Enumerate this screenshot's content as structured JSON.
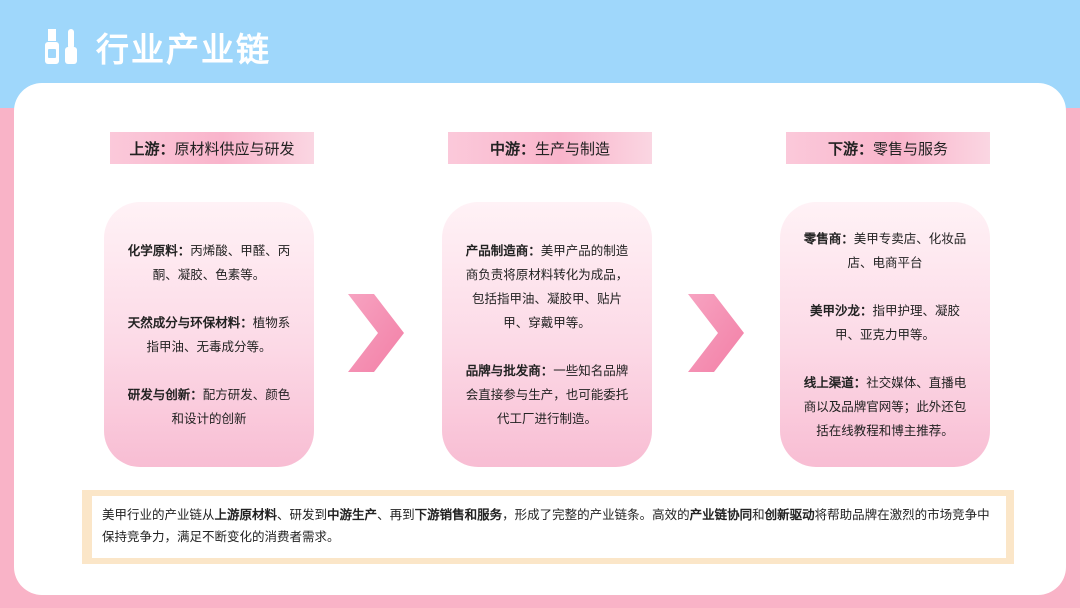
{
  "colors": {
    "top_band": "#9fd7fb",
    "bottom_band": "#f9b3c7",
    "box_gradient_top": "#fff2f6",
    "box_gradient_bottom": "#f8bdd3",
    "arrow": "#f48fb1",
    "summary_border": "#fbe6c8"
  },
  "header": {
    "icon": "nail-polish-icon",
    "title": "行业产业链"
  },
  "stages": [
    {
      "label_bold": "上游：",
      "label_rest": "原材料供应与研发",
      "items": [
        {
          "bold": "化学原料：",
          "text": "丙烯酸、甲醛、丙酮、凝胶、色素等。"
        },
        {
          "bold": "天然成分与环保材料：",
          "text": "植物系指甲油、无毒成分等。"
        },
        {
          "bold": "研发与创新：",
          "text": "配方研发、颜色和设计的创新"
        }
      ]
    },
    {
      "label_bold": "中游：",
      "label_rest": "生产与制造",
      "items": [
        {
          "bold": "产品制造商：",
          "text": "美甲产品的制造商负责将原材料转化为成品，包括指甲油、凝胶甲、贴片甲、穿戴甲等。"
        },
        {
          "bold": "品牌与批发商：",
          "text": "一些知名品牌会直接参与生产，也可能委托代工厂进行制造。"
        }
      ]
    },
    {
      "label_bold": "下游：",
      "label_rest": "零售与服务",
      "items": [
        {
          "bold": "零售商：",
          "text": "美甲专卖店、化妆品店、电商平台"
        },
        {
          "bold": "美甲沙龙：",
          "text": "指甲护理、凝胶甲、亚克力甲等。"
        },
        {
          "bold": "线上渠道：",
          "text": "社交媒体、直播电商以及品牌官网等；此外还包括在线教程和博主推荐。"
        }
      ]
    }
  ],
  "summary": {
    "t1": "美甲行业的产业链从",
    "b1": "上游原材料",
    "t2": "、研发到",
    "b2": "中游生产",
    "t3": "、再到",
    "b3": "下游销售和服务",
    "t4": "，形成了完整的产业链条。高效的",
    "b4": "产业链协同",
    "t5": "和",
    "b5": "创新驱动",
    "t6": "将帮助品牌在激烈的市场竞争中保持竞争力，满足不断变化的消费者需求。"
  }
}
